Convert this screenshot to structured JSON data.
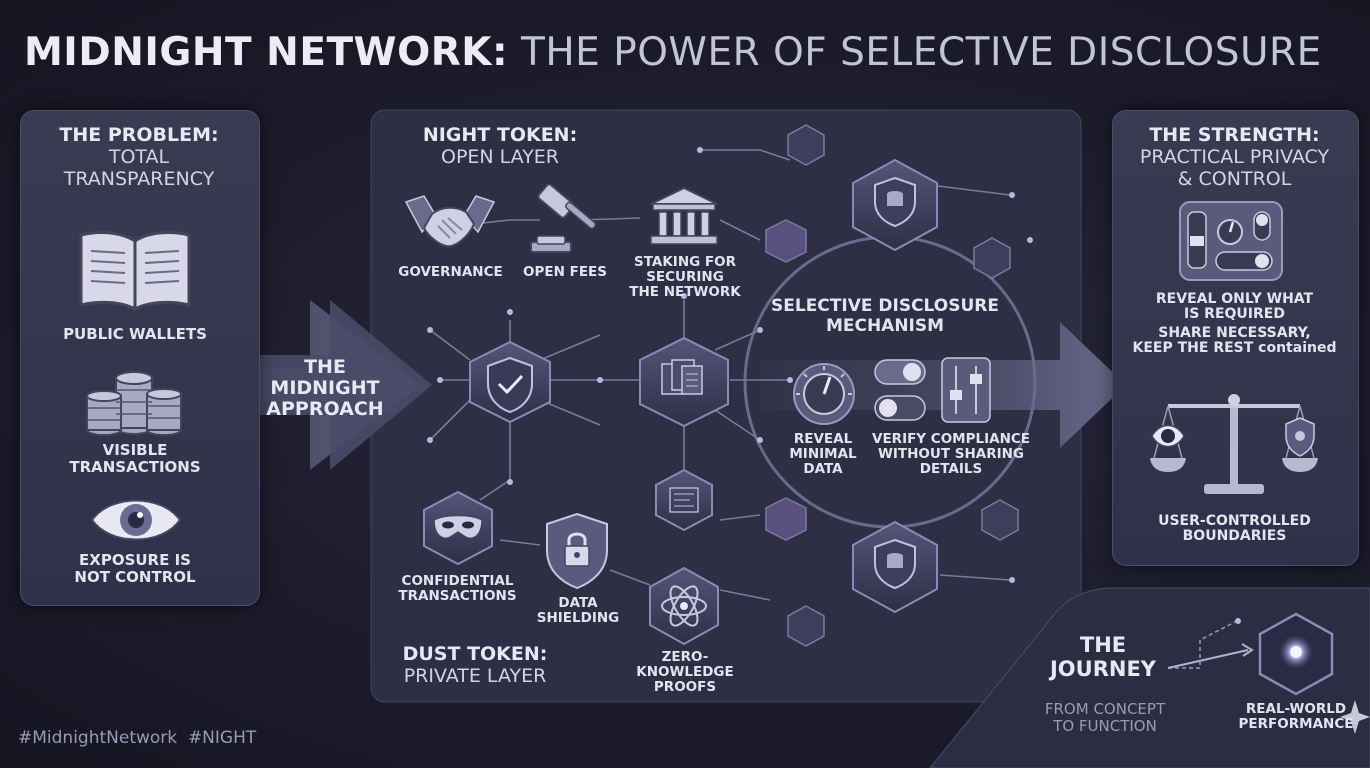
{
  "title": {
    "bold": "MIDNIGHT NETWORK:",
    "light": "THE POWER OF SELECTIVE DISCLOSURE"
  },
  "problem": {
    "heading_bold": "THE PROBLEM:",
    "heading_l1": "TOTAL",
    "heading_l2": "TRANSPARENCY",
    "items": [
      {
        "label": "PUBLIC WALLETS",
        "icon": "open-book-icon"
      },
      {
        "label_l1": "VISIBLE",
        "label_l2": "TRANSACTIONS",
        "icon": "coin-stacks-icon"
      },
      {
        "label_l1": "EXPOSURE IS",
        "label_l2": "NOT CONTROL",
        "icon": "eye-icon"
      }
    ]
  },
  "approach": {
    "l1": "THE",
    "l2": "MIDNIGHT",
    "l3": "APPROACH"
  },
  "night": {
    "heading_bold": "NIGHT TOKEN:",
    "heading_light": "OPEN LAYER",
    "items": [
      {
        "label": "GOVERNANCE",
        "icon": "handshake-icon"
      },
      {
        "label": "OPEN FEES",
        "icon": "gavel-icon"
      },
      {
        "label_l1": "STAKING FOR",
        "label_l2": "SECURING",
        "label_l3": "THE NETWORK",
        "icon": "bank-icon"
      }
    ]
  },
  "dust": {
    "heading_bold": "DUST TOKEN:",
    "heading_light": "PRIVATE LAYER",
    "items": [
      {
        "label_l1": "CONFIDENTIAL",
        "label_l2": "TRANSACTIONS",
        "icon": "mask-icon"
      },
      {
        "label_l1": "DATA",
        "label_l2": "SHIELDING",
        "icon": "padlock-shield-icon"
      },
      {
        "label_l1": "ZERO-",
        "label_l2": "KNOWLEDGE",
        "label_l3": "PROOFS",
        "icon": "atom-icon"
      }
    ]
  },
  "mechanism": {
    "l1": "SELECTIVE DISCLOSURE",
    "l2": "MECHANISM",
    "reveal_l1": "REVEAL",
    "reveal_l2": "MINIMAL",
    "reveal_l3": "DATA",
    "verify_l1": "VERIFY COMPLIANCE",
    "verify_l2": "WITHOUT SHARING",
    "verify_l3": "DETAILS"
  },
  "strength": {
    "heading_bold": "THE STRENGTH:",
    "heading_l1": "PRACTICAL PRIVACY",
    "heading_l2": "& CONTROL",
    "line1": "REVEAL ONLY WHAT",
    "line2": "IS REQUIRED",
    "line3": "SHARE NECESSARY,",
    "line4": "KEEP THE REST contained",
    "bound_l1": "USER-CONTROLLED",
    "bound_l2": "BOUNDARIES"
  },
  "journey": {
    "l1": "THE",
    "l2": "JOURNEY",
    "sub_l1": "FROM CONCEPT",
    "sub_l2": "TO FUNCTION",
    "perf_l1": "REAL-WORLD",
    "perf_l2": "PERFORMANCE"
  },
  "hashtags": "#MidnightNetwork  #NIGHT",
  "colors": {
    "background": "#1c1c2c",
    "panel": "#34344c",
    "accent": "#8a8ab8",
    "text": "#e6e6f0"
  }
}
